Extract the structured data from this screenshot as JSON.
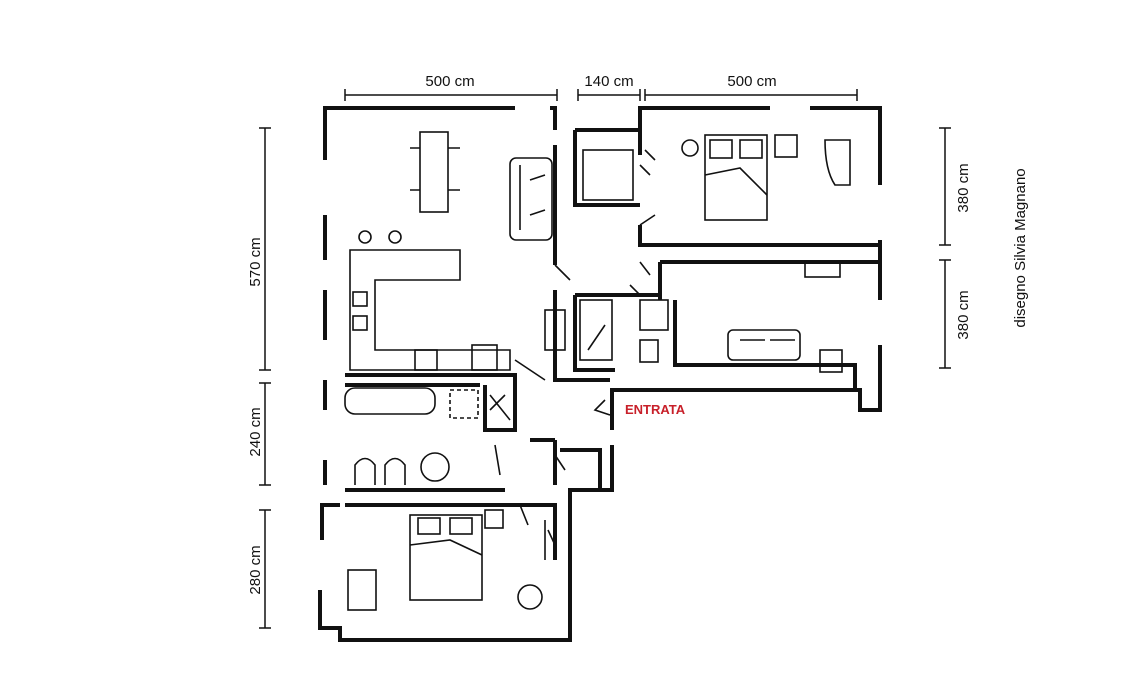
{
  "dimensions": {
    "top": [
      "500 cm",
      "140 cm",
      "500 cm"
    ],
    "left": [
      "570 cm",
      "240 cm",
      "280 cm"
    ],
    "right": [
      "380 cm",
      "380 cm"
    ]
  },
  "entrance_label": "ENTRATA",
  "credit": "disegno Silvia Magnano",
  "colors": {
    "line": "#111111",
    "entrance": "#c8202a"
  }
}
